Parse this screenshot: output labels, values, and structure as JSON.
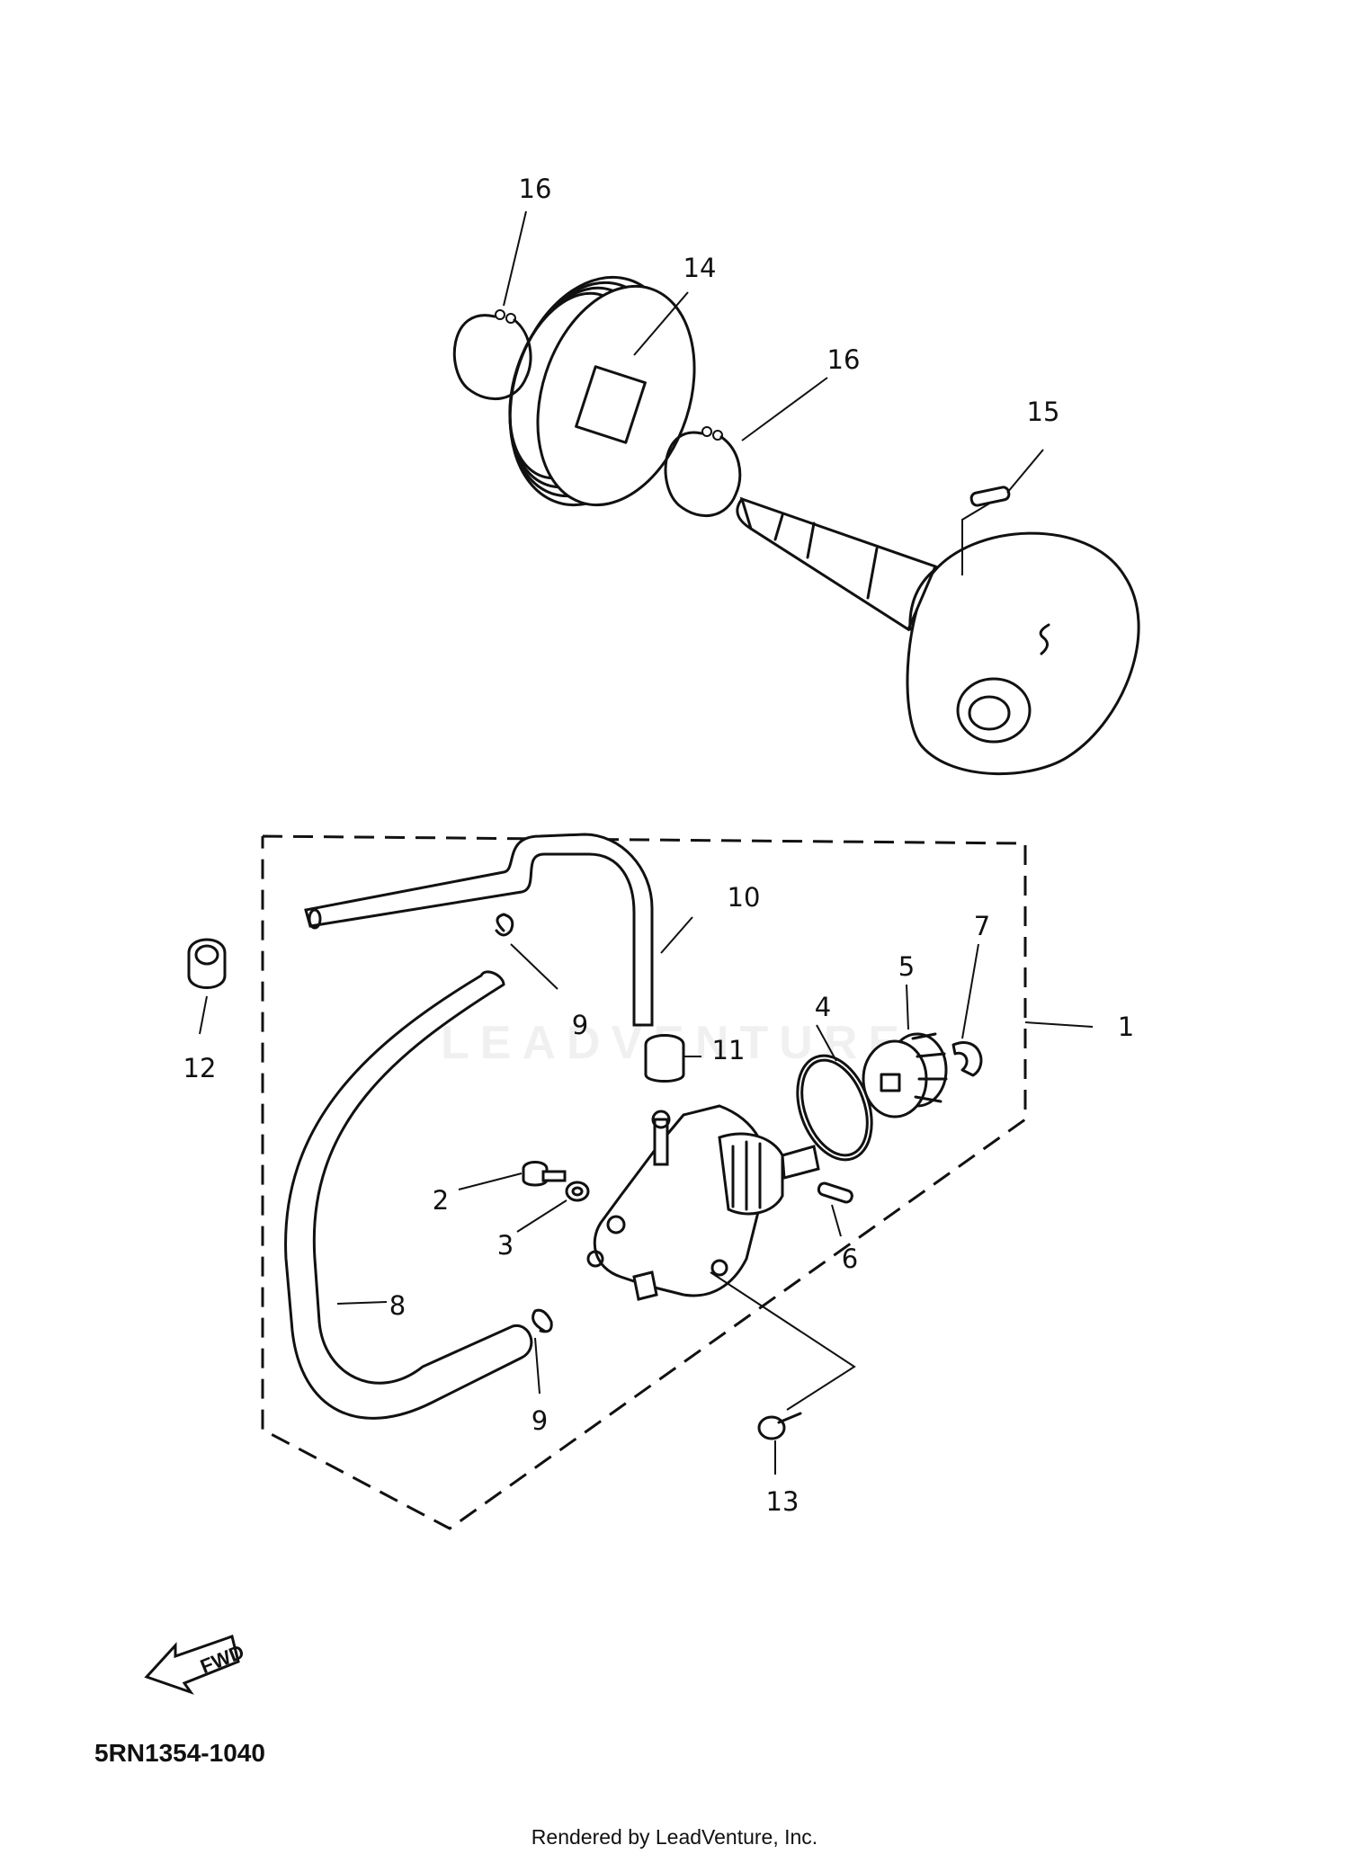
{
  "diagram": {
    "code": "5RN1354-1040",
    "watermark": "LEADVENTURE",
    "credit": "Rendered by LeadVenture, Inc.",
    "fwd_label": "FWD",
    "callouts": {
      "c1": "1",
      "c2": "2",
      "c3": "3",
      "c4": "4",
      "c5": "5",
      "c6": "6",
      "c7": "7",
      "c8": "8",
      "c9a": "9",
      "c9b": "9",
      "c10": "10",
      "c11": "11",
      "c12": "12",
      "c13": "13",
      "c14": "14",
      "c15": "15",
      "c16a": "16",
      "c16b": "16"
    }
  }
}
